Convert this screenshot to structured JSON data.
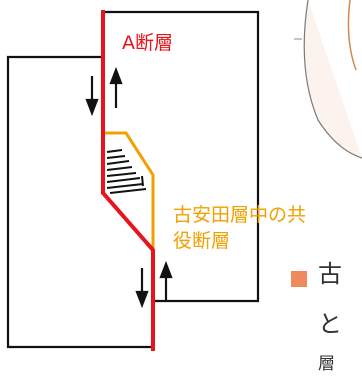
{
  "labels": {
    "fault_a": "A断層",
    "conjugate_line1": "古安田層中の共",
    "conjugate_line2": "役断層"
  },
  "side_text": {
    "line1": "古",
    "line2": "と",
    "line3": "層"
  },
  "colors": {
    "fault": "#e8141b",
    "conjugate": "#f0a000",
    "block": "#111111",
    "bullet": "#f08a5d"
  }
}
